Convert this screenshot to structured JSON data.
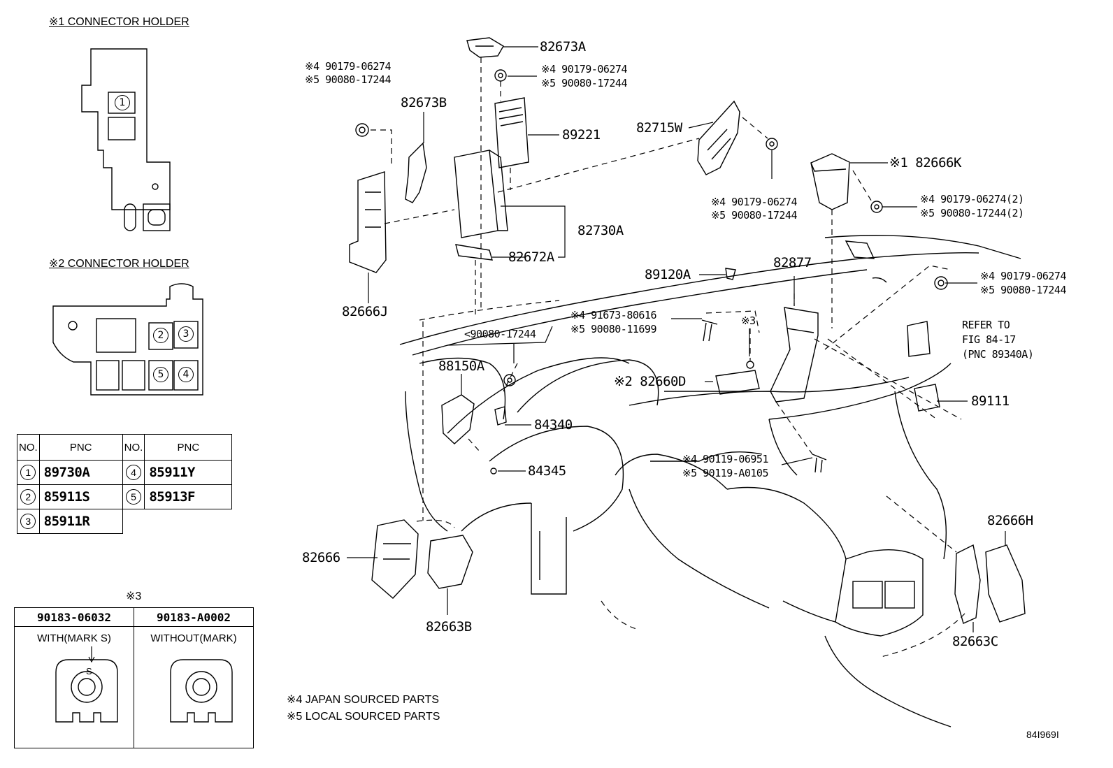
{
  "insets": {
    "holder1_title": "※1 CONNECTOR HOLDER",
    "holder2_title": "※2 CONNECTOR HOLDER",
    "holder1_slots": [
      "1"
    ],
    "holder2_slots": [
      "2",
      "3",
      "5",
      "4"
    ]
  },
  "pnc_table": {
    "headers": [
      "NO.",
      "PNC",
      "NO.",
      "PNC"
    ],
    "rows": [
      {
        "no_a": "1",
        "pnc_a": "89730A",
        "no_b": "4",
        "pnc_b": "85911Y"
      },
      {
        "no_a": "2",
        "pnc_a": "85911S",
        "no_b": "5",
        "pnc_b": "85913F"
      },
      {
        "no_a": "3",
        "pnc_a": "85911R",
        "no_b": "",
        "pnc_b": ""
      }
    ]
  },
  "clip_table": {
    "title": "※3",
    "cols": [
      {
        "part": "90183-06032",
        "caption": "WITH(MARK S)",
        "mark": "S"
      },
      {
        "part": "90183-A0002",
        "caption": "WITHOUT(MARK)"
      }
    ]
  },
  "footnotes": [
    "※4 JAPAN SOURCED PARTS",
    "※5 LOCAL SOURCED PARTS"
  ],
  "figure_id": "84I969I",
  "labels": {
    "p82673A": "82673A",
    "p82673B": "82673B",
    "p89221": "89221",
    "p82715W": "82715W",
    "p82666K": "※1 82666K",
    "p82730A": "82730A",
    "p82672A": "82672A",
    "p82666J": "82666J",
    "p89120A": "89120A",
    "p82877": "82877",
    "p88150A": "88150A",
    "p84340": "84340",
    "p84345": "84345",
    "p82660D": "※2 82660D",
    "p89111": "89111",
    "p82666": "82666",
    "p82663B": "82663B",
    "p82666H": "82666H",
    "p82663C": "82663C",
    "mark3": "※3"
  },
  "fasteners": {
    "f1a": "※4 90179-06274",
    "f1b": "※5 90080-17244",
    "f2a": "※4 90179-06274",
    "f2b": "※5 90080-17244",
    "f3a": "※4 90179-06274",
    "f3b": "※5 90080-17244",
    "f4a": "※4 90179-06274(2)",
    "f4b": "※5 90080-17244(2)",
    "f5a": "※4 90179-06274",
    "f5b": "※5 90080-17244",
    "f6a": "※4 91673-80616",
    "f6b": "※5 90080-11699",
    "f7": "<90080-17244",
    "f8a": "※4 90119-06951",
    "f8b": "※5 90119-A0105"
  },
  "refer": {
    "line1": "REFER TO",
    "line2": "FIG 84-17",
    "line3": "(PNC 89340A)"
  }
}
